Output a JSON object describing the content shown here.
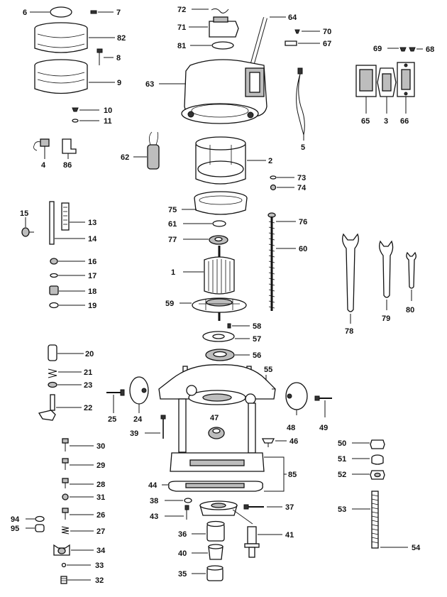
{
  "parts": [
    {
      "id": "p6",
      "label": "6"
    },
    {
      "id": "p7",
      "label": "7"
    },
    {
      "id": "p82",
      "label": "82"
    },
    {
      "id": "p8",
      "label": "8"
    },
    {
      "id": "p9",
      "label": "9"
    },
    {
      "id": "p10",
      "label": "10"
    },
    {
      "id": "p11",
      "label": "11"
    },
    {
      "id": "p4",
      "label": "4"
    },
    {
      "id": "p86",
      "label": "86"
    },
    {
      "id": "p15",
      "label": "15"
    },
    {
      "id": "p13",
      "label": "13"
    },
    {
      "id": "p14",
      "label": "14"
    },
    {
      "id": "p16",
      "label": "16"
    },
    {
      "id": "p17",
      "label": "17"
    },
    {
      "id": "p18",
      "label": "18"
    },
    {
      "id": "p19",
      "label": "19"
    },
    {
      "id": "p20",
      "label": "20"
    },
    {
      "id": "p21",
      "label": "21"
    },
    {
      "id": "p23",
      "label": "23"
    },
    {
      "id": "p22",
      "label": "22"
    },
    {
      "id": "p25",
      "label": "25"
    },
    {
      "id": "p24",
      "label": "24"
    },
    {
      "id": "p39",
      "label": "39"
    },
    {
      "id": "p30",
      "label": "30"
    },
    {
      "id": "p29",
      "label": "29"
    },
    {
      "id": "p28",
      "label": "28"
    },
    {
      "id": "p31",
      "label": "31"
    },
    {
      "id": "p26",
      "label": "26"
    },
    {
      "id": "p27",
      "label": "27"
    },
    {
      "id": "p94",
      "label": "94"
    },
    {
      "id": "p95",
      "label": "95"
    },
    {
      "id": "p34",
      "label": "34"
    },
    {
      "id": "p33",
      "label": "33"
    },
    {
      "id": "p32",
      "label": "32"
    },
    {
      "id": "p72",
      "label": "72"
    },
    {
      "id": "p64",
      "label": "64"
    },
    {
      "id": "p71",
      "label": "71"
    },
    {
      "id": "p70",
      "label": "70"
    },
    {
      "id": "p67",
      "label": "67"
    },
    {
      "id": "p81",
      "label": "81"
    },
    {
      "id": "p69",
      "label": "69"
    },
    {
      "id": "p68",
      "label": "68"
    },
    {
      "id": "p63",
      "label": "63"
    },
    {
      "id": "p65",
      "label": "65"
    },
    {
      "id": "p3",
      "label": "3"
    },
    {
      "id": "p66",
      "label": "66"
    },
    {
      "id": "p5",
      "label": "5"
    },
    {
      "id": "p62",
      "label": "62"
    },
    {
      "id": "p2",
      "label": "2"
    },
    {
      "id": "p73",
      "label": "73"
    },
    {
      "id": "p74",
      "label": "74"
    },
    {
      "id": "p75",
      "label": "75"
    },
    {
      "id": "p61",
      "label": "61"
    },
    {
      "id": "p76",
      "label": "76"
    },
    {
      "id": "p60",
      "label": "60"
    },
    {
      "id": "p77",
      "label": "77"
    },
    {
      "id": "p1",
      "label": "1"
    },
    {
      "id": "p59",
      "label": "59"
    },
    {
      "id": "p78",
      "label": "78"
    },
    {
      "id": "p79",
      "label": "79"
    },
    {
      "id": "p80",
      "label": "80"
    },
    {
      "id": "p58",
      "label": "58"
    },
    {
      "id": "p57",
      "label": "57"
    },
    {
      "id": "p56",
      "label": "56"
    },
    {
      "id": "p55",
      "label": "55"
    },
    {
      "id": "p48",
      "label": "48"
    },
    {
      "id": "p49",
      "label": "49"
    },
    {
      "id": "p47",
      "label": "47"
    },
    {
      "id": "p46",
      "label": "46"
    },
    {
      "id": "p85",
      "label": "85"
    },
    {
      "id": "p44",
      "label": "44"
    },
    {
      "id": "p38",
      "label": "38"
    },
    {
      "id": "p43",
      "label": "43"
    },
    {
      "id": "p37",
      "label": "37"
    },
    {
      "id": "p36",
      "label": "36"
    },
    {
      "id": "p41",
      "label": "41"
    },
    {
      "id": "p40",
      "label": "40"
    },
    {
      "id": "p35",
      "label": "35"
    },
    {
      "id": "p50",
      "label": "50"
    },
    {
      "id": "p51",
      "label": "51"
    },
    {
      "id": "p52",
      "label": "52"
    },
    {
      "id": "p53",
      "label": "53"
    },
    {
      "id": "p54",
      "label": "54"
    }
  ]
}
